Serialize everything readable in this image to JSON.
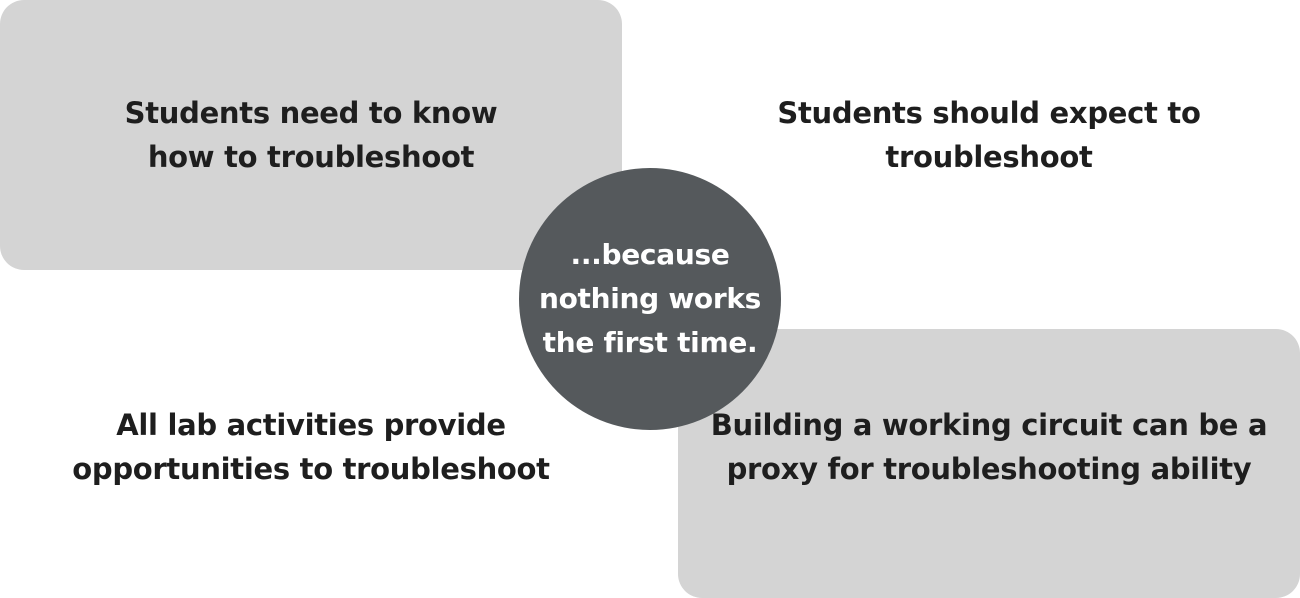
{
  "quadrants": {
    "top_left": {
      "lines": [
        "Students need to know",
        "how to troubleshoot"
      ]
    },
    "top_right": {
      "lines": [
        "Students should expect to",
        "troubleshoot"
      ]
    },
    "bottom_left": {
      "lines": [
        "All lab activities provide",
        "opportunities to troubleshoot"
      ]
    },
    "bottom_right": {
      "lines": [
        "Building a working circuit can be a",
        "proxy for troubleshooting ability"
      ]
    }
  },
  "center": {
    "lines": [
      "...because",
      "nothing works",
      "the first time."
    ]
  },
  "colors": {
    "box_fill": "#d4d4d4",
    "circle_fill": "#55595c",
    "text_dark": "#1e1e1e",
    "text_light": "#ffffff"
  }
}
